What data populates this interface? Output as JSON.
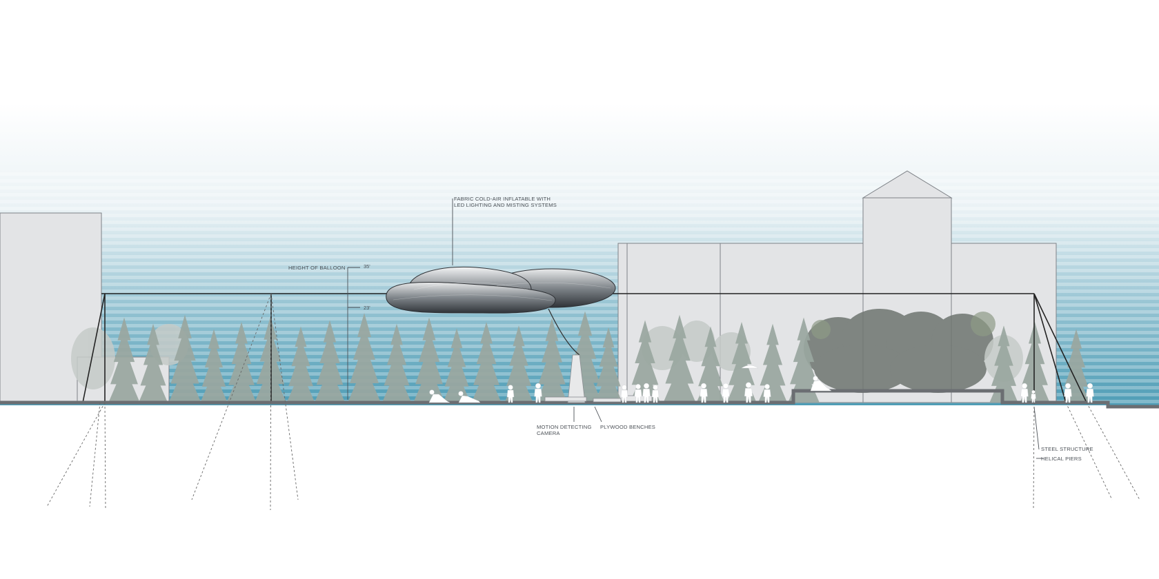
{
  "annotations": {
    "inflatable_line1": "FABRIC COLD-AIR INFLATABLE  WITH",
    "inflatable_line2": "LED LIGHTING AND MISTING SYSTEMS",
    "height_label": "HEIGHT OF BALLOON",
    "dim_top": "35'",
    "dim_mid": "23'",
    "camera_line1": "MOTION DETECTING",
    "camera_line2": "CAMERA",
    "benches": "PLYWOOD BENCHES",
    "steel": "STEEL STRUCTURE",
    "piers": "HELICAL PIERS"
  },
  "colors": {
    "sky_top": "#ffffff",
    "sky_bottom": "#4f9db6",
    "building": "#e3e4e6",
    "ground": "#6b6e72",
    "tree": "#9aa7a0",
    "text": "#4a4f55"
  }
}
